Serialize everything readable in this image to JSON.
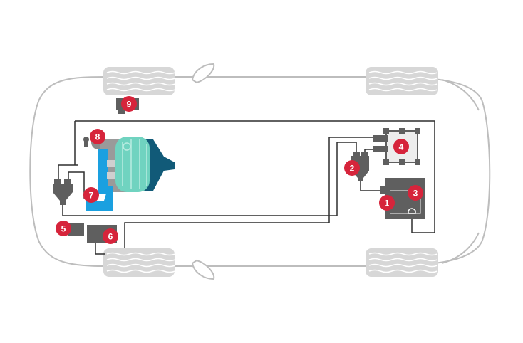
{
  "colors": {
    "badge": "#d6243b",
    "component": "#5f5f5f",
    "line": "#2f2f2f",
    "car_outline": "#bdbdbd",
    "tire": "#d7d7d7",
    "engine_teal": "#70d3c0",
    "engine_dark_teal": "#115a78",
    "engine_blue": "#1aa0e0"
  },
  "badges": [
    {
      "id": "1",
      "label": "1"
    },
    {
      "id": "2",
      "label": "2"
    },
    {
      "id": "3",
      "label": "3"
    },
    {
      "id": "4",
      "label": "4"
    },
    {
      "id": "5",
      "label": "5"
    },
    {
      "id": "6",
      "label": "6"
    },
    {
      "id": "7",
      "label": "7"
    },
    {
      "id": "8",
      "label": "8"
    },
    {
      "id": "9",
      "label": "9"
    }
  ]
}
